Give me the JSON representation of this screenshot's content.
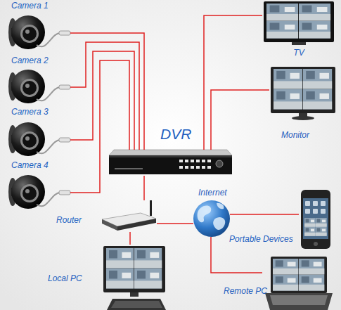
{
  "diagram": {
    "nodes": [
      {
        "text": [
          "Camera 1"
        ]
      },
      {
        "text": [
          "TV"
        ]
      },
      {
        "text": [
          "Camera 2"
        ]
      },
      {
        "text": [
          "Monitor"
        ]
      },
      {
        "text": [
          "Camera 3"
        ]
      },
      {
        "text": [
          "DVR"
        ]
      },
      {
        "text": [
          "Camera 4"
        ]
      },
      {
        "text": [
          "Internet"
        ]
      },
      {
        "text": [
          "Router"
        ]
      },
      {
        "text": [
          "Portable Devices"
        ]
      },
      {
        "text": [
          "Local PC"
        ]
      },
      {
        "text": [
          "Remote PC"
        ]
      }
    ],
    "edges": [
      {
        "from": 0,
        "to": 5,
        "arrow": "none"
      },
      {
        "from": 2,
        "to": 5,
        "arrow": "none"
      },
      {
        "from": 4,
        "to": 5,
        "arrow": "none"
      },
      {
        "from": 6,
        "to": 5,
        "arrow": "none"
      },
      {
        "from": 5,
        "to": 1,
        "arrow": "none"
      },
      {
        "from": 5,
        "to": 3,
        "arrow": "none"
      },
      {
        "from": 5,
        "to": 8,
        "arrow": "none"
      },
      {
        "from": 8,
        "to": 7,
        "arrow": "none"
      },
      {
        "from": 8,
        "to": 10,
        "arrow": "none"
      },
      {
        "from": 7,
        "to": 9,
        "arrow": "none"
      },
      {
        "from": 7,
        "to": 11,
        "arrow": "none"
      }
    ]
  }
}
